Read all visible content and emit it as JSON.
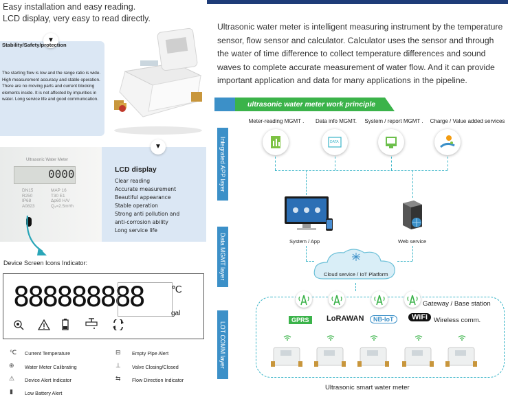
{
  "intro": {
    "line1": "Easy installation and easy reading.",
    "line2": "LCD display, very easy to read directly."
  },
  "stability": {
    "title": "Stability/Safety/protection",
    "body": "The starting flow is low and the range ratio is wide. High measurement accuracy and stable operation. There are no moving parts and current blocking elements inside. It is not affected by impurities in water. Long service life and good communication."
  },
  "lcd_photo": {
    "brand": "Ultrasonic Water Meter",
    "reading": "0000",
    "spec_left": [
      "DN15",
      "R250",
      "IP68",
      "A0823"
    ],
    "spec_right": [
      "MAP 16",
      "T30 E1",
      "Δp60 H/V",
      "Q₃=2.5m³/h"
    ]
  },
  "lcd": {
    "title": "LCD display",
    "features": [
      "Clear reading",
      "Accurate measurement",
      "Beautiful appearance",
      "Stable operation",
      "Strong anti pollution and",
      "anti-corrosion ability",
      "Long service life"
    ]
  },
  "indicator": {
    "header": "Device Screen Icons Indicator:",
    "digits": "888888888",
    "unit_c": "℃",
    "unit_gal": "gal",
    "legend": [
      {
        "icon": "temperature-icon",
        "label": "Current Temperature"
      },
      {
        "icon": "empty-pipe-icon",
        "label": "Empty Pipe Alert"
      },
      {
        "icon": "calibrating-icon",
        "label": "Water Meter Calibrating"
      },
      {
        "icon": "valve-icon",
        "label": "Valve Closing/Closed"
      },
      {
        "icon": "alert-icon",
        "label": "Device Alert Indicator"
      },
      {
        "icon": "flow-direction-icon",
        "label": "Flow Direction Indicator"
      },
      {
        "icon": "battery-icon",
        "label": "Low Battery Alert"
      }
    ],
    "legend_symbols": [
      "℃",
      "⨁",
      "⚠",
      "⇆"
    ]
  },
  "description": "Ultrasonic water meter is intelligent measuring instrument by the temperature sensor, flow sensor and calculator. Calculator uses the sensor and through the water of time difference to collect temperature differences and sound waves to complete accurate measurement of water flow. And it can provide important application and data for many applications in the pipeline.",
  "principle": {
    "banner": "ultrasonic water meter work principle",
    "layers": [
      "Integrated APP layer",
      "Data MGMT layer",
      "LOT COMM layer"
    ],
    "app_items": [
      "Meter-reading MGMT .",
      "Data info MGMT.",
      "System / report MGMT .",
      "Charge / Value added services"
    ],
    "data_icon_text": "DATA",
    "system_app": "System / App",
    "web_service": "Web service",
    "cloud": "Cloud service / IoT Platform",
    "gateway": "Gateway / Base station",
    "protocols": [
      "GPRS",
      "LoRAWAN",
      "NB-IoT",
      "WiFi"
    ],
    "wireless": "Wireless comm.",
    "footer": "Ultrasonic smart water meter"
  },
  "colors": {
    "accent": "#3c90c8",
    "navy": "#1e3c78",
    "card": "#dbe7f4",
    "teal": "#3ab5c8",
    "green": "#3bb34a"
  }
}
